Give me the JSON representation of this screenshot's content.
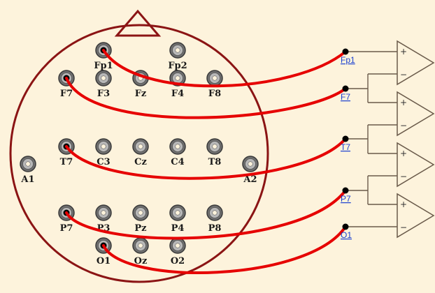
{
  "colors": {
    "background": "#fdf3dc",
    "head_outline": "#8b1414",
    "wire": "#e60000",
    "amp_line": "#6a5a4a",
    "link": "#1a3fd0"
  },
  "electrodes": [
    {
      "id": "Fp1",
      "label": "Fp1",
      "marked": true
    },
    {
      "id": "Fp2",
      "label": "Fp2",
      "marked": false
    },
    {
      "id": "F7",
      "label": "F7",
      "marked": true
    },
    {
      "id": "F3",
      "label": "F3",
      "marked": false
    },
    {
      "id": "Fz",
      "label": "Fz",
      "marked": false
    },
    {
      "id": "F4",
      "label": "F4",
      "marked": false
    },
    {
      "id": "F8",
      "label": "F8",
      "marked": false
    },
    {
      "id": "A1",
      "label": "A1",
      "marked": false
    },
    {
      "id": "T7",
      "label": "T7",
      "marked": true
    },
    {
      "id": "C3",
      "label": "C3",
      "marked": false
    },
    {
      "id": "Cz",
      "label": "Cz",
      "marked": false
    },
    {
      "id": "C4",
      "label": "C4",
      "marked": false
    },
    {
      "id": "T8",
      "label": "T8",
      "marked": false
    },
    {
      "id": "A2",
      "label": "A2",
      "marked": false
    },
    {
      "id": "P7",
      "label": "P7",
      "marked": true
    },
    {
      "id": "P3",
      "label": "P3",
      "marked": false
    },
    {
      "id": "Pz",
      "label": "Pz",
      "marked": false
    },
    {
      "id": "P4",
      "label": "P4",
      "marked": false
    },
    {
      "id": "P8",
      "label": "P8",
      "marked": false
    },
    {
      "id": "O1",
      "label": "O1",
      "marked": true
    },
    {
      "id": "Oz",
      "label": "Oz",
      "marked": false
    },
    {
      "id": "O2",
      "label": "O2",
      "marked": false
    }
  ],
  "terminals": [
    {
      "id": "Fp1",
      "label": "Fp1"
    },
    {
      "id": "F7",
      "label": "F7"
    },
    {
      "id": "T7",
      "label": "T7"
    },
    {
      "id": "P7",
      "label": "P7"
    },
    {
      "id": "O1",
      "label": "O1"
    }
  ],
  "amplifiers": [
    {
      "plus": "+",
      "minus": "−"
    },
    {
      "plus": "+",
      "minus": "−"
    },
    {
      "plus": "+",
      "minus": "−"
    },
    {
      "plus": "+",
      "minus": "−"
    }
  ]
}
